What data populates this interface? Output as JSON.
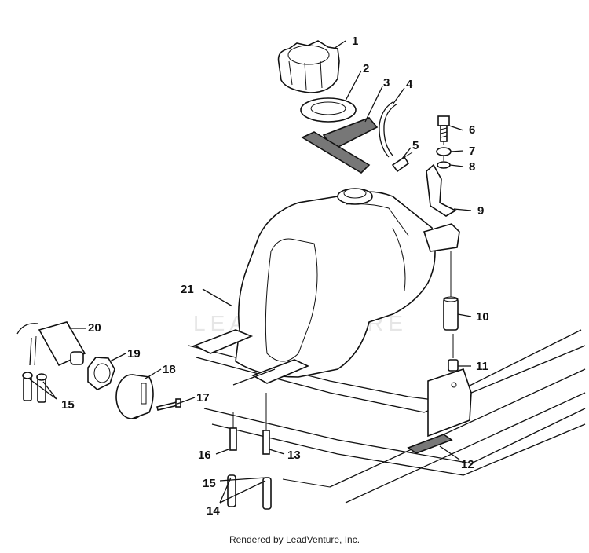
{
  "watermark": "LEADVENTURE",
  "footer": "Rendered by LeadVenture, Inc.",
  "callouts": [
    "1",
    "2",
    "3",
    "4",
    "5",
    "6",
    "7",
    "8",
    "9",
    "10",
    "11",
    "12",
    "13",
    "14",
    "15",
    "15",
    "16",
    "17",
    "18",
    "19",
    "20",
    "21"
  ]
}
